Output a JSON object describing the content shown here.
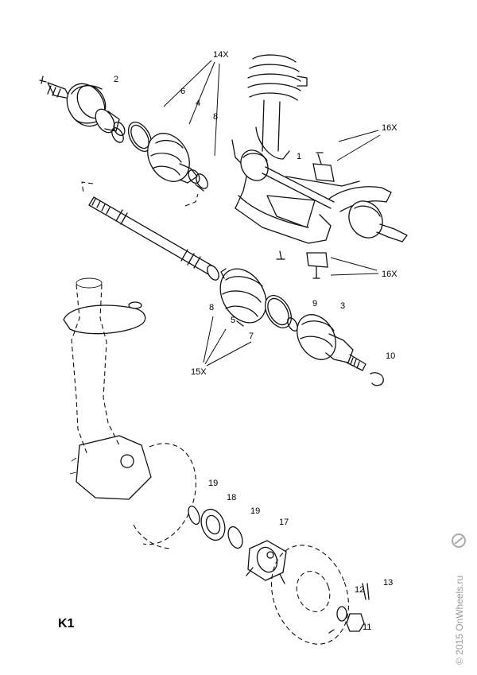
{
  "diagram": {
    "section_label": "K1",
    "watermark": "© 2015 OnWheels.ru",
    "labels": [
      {
        "id": "lbl-14x",
        "text": "14X"
      },
      {
        "id": "lbl-2",
        "text": "2"
      },
      {
        "id": "lbl-6",
        "text": "6"
      },
      {
        "id": "lbl-4",
        "text": "4"
      },
      {
        "id": "lbl-8a",
        "text": "8"
      },
      {
        "id": "lbl-16x-top",
        "text": "16X"
      },
      {
        "id": "lbl-1",
        "text": "1"
      },
      {
        "id": "lbl-16x-bot",
        "text": "16X"
      },
      {
        "id": "lbl-9",
        "text": "9"
      },
      {
        "id": "lbl-3",
        "text": "3"
      },
      {
        "id": "lbl-8b",
        "text": "8"
      },
      {
        "id": "lbl-5",
        "text": "5"
      },
      {
        "id": "lbl-7",
        "text": "7"
      },
      {
        "id": "lbl-10",
        "text": "10"
      },
      {
        "id": "lbl-15x",
        "text": "15X"
      },
      {
        "id": "lbl-19a",
        "text": "19"
      },
      {
        "id": "lbl-18",
        "text": "18"
      },
      {
        "id": "lbl-19b",
        "text": "19"
      },
      {
        "id": "lbl-17",
        "text": "17"
      },
      {
        "id": "lbl-13",
        "text": "13"
      },
      {
        "id": "lbl-12",
        "text": "12"
      },
      {
        "id": "lbl-11",
        "text": "11"
      }
    ]
  }
}
